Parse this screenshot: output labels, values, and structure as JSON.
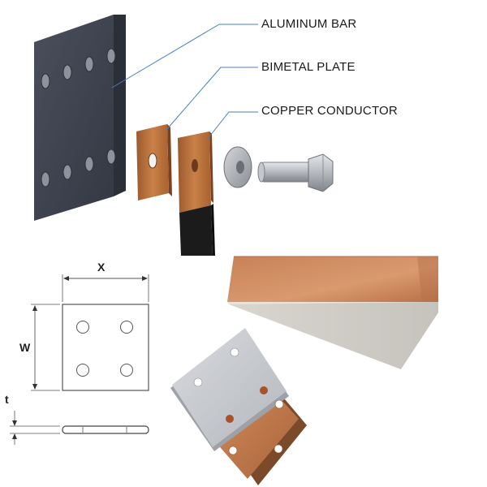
{
  "callouts": {
    "aluminum_bar": "ALUMINUM BAR",
    "bimetal_plate": "BIMETAL PLATE",
    "copper_conductor": "COPPER CONDUCTOR"
  },
  "dimensions": {
    "width_symbol": "X",
    "height_symbol": "W",
    "thickness_symbol": "t"
  },
  "colors": {
    "aluminum_bar": "#3f4450",
    "copper": "#b8703c",
    "copper_light": "#d28c55",
    "aluminum_plate": "#c9cbcf",
    "leader_line": "#4a7fc0"
  }
}
